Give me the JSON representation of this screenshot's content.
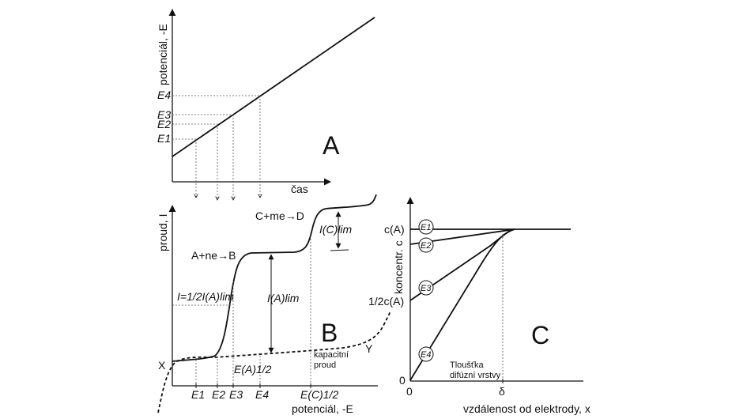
{
  "panels": {
    "a": {
      "name": "A",
      "ylabel": "potenciál, -E",
      "xlabel": "čas",
      "levels": [
        "E4",
        "E3",
        "E2",
        "E1"
      ]
    },
    "b": {
      "name": "B",
      "ylabel": "proud, I",
      "xlabel": "potenciál, -E",
      "reaction1": "A+ne→B",
      "reaction2": "C+me→D",
      "half_current": "I=1/2I(A)lim",
      "limit_a": "I(A)lim",
      "limit_c": "I(C)lim",
      "half_wave_a": "E(A)1/2",
      "half_wave_c": "E(C)1/2",
      "capacitive_line1": "kapacitní",
      "capacitive_line2": "proud",
      "point_x": "X",
      "point_y": "Y",
      "ticks": [
        "E1",
        "E2",
        "E3",
        "E4",
        "E(C)1/2"
      ]
    },
    "c": {
      "name": "C",
      "ylabel": "koncentr. c",
      "xlabel": "vzdálenost od elektrody, x",
      "tick_full": "c(A)",
      "tick_half": "1/2c(A)",
      "tick_zero": "0",
      "x_zero": "0",
      "x_delta": "δ",
      "layer_line1": "Tloušťka",
      "layer_line2": "difúzní vrstvy",
      "curve_labels": [
        "E1",
        "E2",
        "E3",
        "E4"
      ]
    }
  }
}
